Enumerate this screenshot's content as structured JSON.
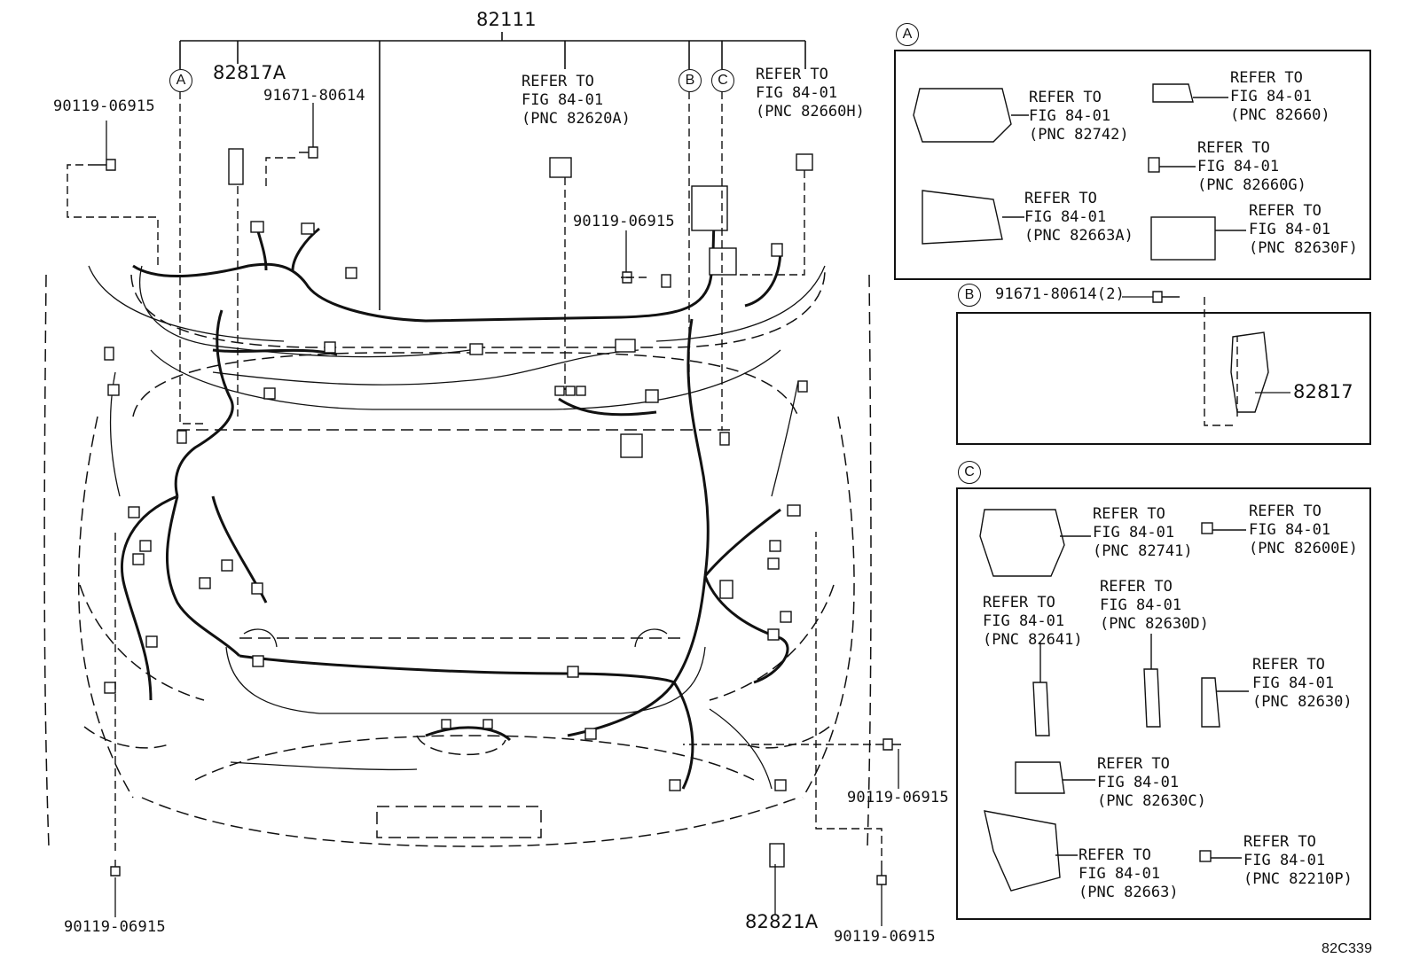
{
  "main_part": "82111",
  "callouts": {
    "a": "A",
    "b": "B",
    "c": "C"
  },
  "parts": {
    "p82817a": "82817A",
    "p91671_top": "91671-80614",
    "p90119_tl": "90119-06915",
    "p90119_mid": "90119-06915",
    "p90119_right": "90119-06915",
    "p90119_bl": "90119-06915",
    "p90119_br": "90119-06915",
    "p82821a": "82821A",
    "p91671_b": "91671-80614(2)",
    "p82817": "82817"
  },
  "refs": {
    "main_82620a": [
      "REFER TO",
      "FIG 84-01",
      "(PNC 82620A)"
    ],
    "main_82660h": [
      "REFER TO",
      "FIG 84-01",
      "(PNC 82660H)"
    ],
    "a_82742": [
      "REFER TO",
      "FIG 84-01",
      "(PNC 82742)"
    ],
    "a_82660": [
      "REFER TO",
      "FIG 84-01",
      "(PNC 82660)"
    ],
    "a_82660g": [
      "REFER TO",
      "FIG 84-01",
      "(PNC 82660G)"
    ],
    "a_82663a": [
      "REFER TO",
      "FIG 84-01",
      "(PNC 82663A)"
    ],
    "a_82630f": [
      "REFER TO",
      "FIG 84-01",
      "(PNC 82630F)"
    ],
    "c_82741": [
      "REFER TO",
      "FIG 84-01",
      "(PNC 82741)"
    ],
    "c_82600e": [
      "REFER TO",
      "FIG 84-01",
      "(PNC 82600E)"
    ],
    "c_82641": [
      "REFER TO",
      "FIG 84-01",
      "(PNC 82641)"
    ],
    "c_82630d": [
      "REFER TO",
      "FIG 84-01",
      "(PNC 82630D)"
    ],
    "c_82630": [
      "REFER TO",
      "FIG 84-01",
      "(PNC 82630)"
    ],
    "c_82630c": [
      "REFER TO",
      "FIG 84-01",
      "(PNC 82630C)"
    ],
    "c_82663": [
      "REFER TO",
      "FIG 84-01",
      "(PNC 82663)"
    ],
    "c_82210p": [
      "REFER TO",
      "FIG 84-01",
      "(PNC 82210P)"
    ]
  },
  "figure_code": "82C339"
}
